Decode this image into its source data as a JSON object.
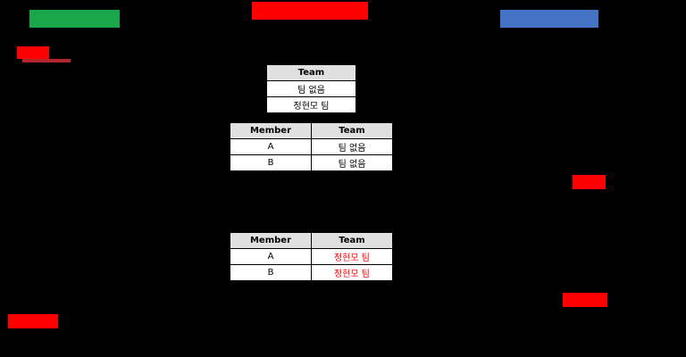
{
  "team_table": {
    "header": "Team",
    "rows": [
      "팀 없음",
      "정현모 팀"
    ]
  },
  "before_table": {
    "headers": [
      "Member",
      "Team"
    ],
    "rows": [
      {
        "member": "A",
        "team": "팀 없음"
      },
      {
        "member": "B",
        "team": "팀 없음"
      }
    ]
  },
  "after_table": {
    "headers": [
      "Member",
      "Team"
    ],
    "rows": [
      {
        "member": "A",
        "team": "정현모 팀"
      },
      {
        "member": "B",
        "team": "정현모 팀"
      }
    ]
  },
  "colors": {
    "green": "#1aa64a",
    "red": "#ff0000",
    "blue": "#4472c4",
    "background": "#000000"
  }
}
